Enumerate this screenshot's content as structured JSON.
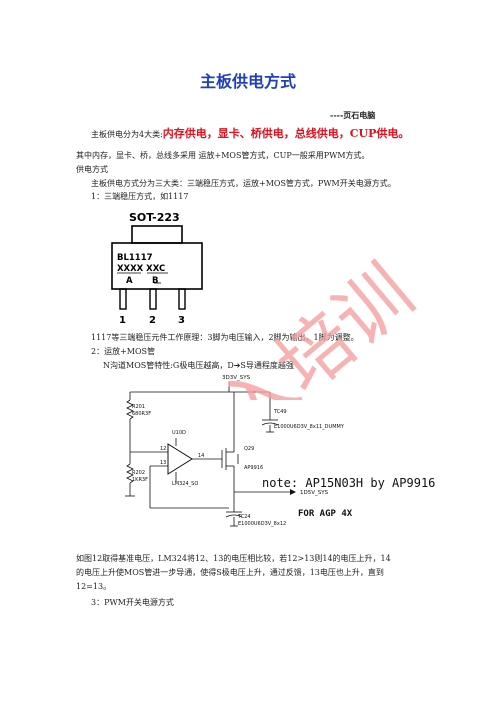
{
  "title": "主板供电方式",
  "author": "----页石电脑",
  "para1": {
    "lead": "主板供电分为4大类:",
    "highlight": "内存供电，显卡、桥供电，总线供电，CUP供电。",
    "line2": "其中内存，显卡、桥，总线多采用 运放+MOS管方式，CUP一般采用PWM方式。",
    "line3": "供电方式",
    "line4": "主板供电方式分为三大类：三端稳压方式，运放+MOS管方式，PWM开关电源方式。",
    "line5": "1：三端稳压方式，如1117"
  },
  "chip_figure": {
    "package": "SOT-223",
    "part": "BL1117",
    "code": "XXXX  XXC",
    "sub_a": "A",
    "sub_b": "B",
    "pins": [
      "1",
      "2",
      "3"
    ]
  },
  "para2": {
    "line1": "1117等三端稳压元件工作原理：3脚为电压输入，2脚为输出，1脚为调整。",
    "line2": "2：运放+MOS管",
    "line3": "N沟道MOS管特性:G极电压越高，D➔S导通程度越强"
  },
  "circuit": {
    "net_top": "3D3V_SYS",
    "tc49": "TC49",
    "tc49_val": "E1000U6D3V_8x11_DUMMY",
    "r201": "R201",
    "r201_val": "680R3F",
    "u10d": "U10D",
    "pin12": "12",
    "pin13": "13",
    "pin14": "14",
    "opamp": "LM324_SO",
    "q29": "Q29",
    "mos": "AP9916",
    "r202": "R202",
    "r202_val": "1KR3F",
    "net_out": "1D5V_SYS",
    "tc24": "TC24",
    "tc24_val": "E1000U6D3V_8x12",
    "note": "note: AP15N03H by AP9916",
    "for_agp": "FOR AGP 4X"
  },
  "para3": {
    "line1": "如图12取得基准电压，LM324将12、13的电压相比较，若12>13则14的电压上升，14",
    "line2": "的电压上升使MOS管进一步导通，使得S极电压上升，通过反馈，13电压也上升，直到",
    "line3": "12=13。",
    "line4": "3：PWM开关电源方式"
  },
  "watermark": "入培训",
  "colors": {
    "title": "#1f3fbf",
    "highlight": "#e0101e",
    "watermark": "#f5a0a0"
  }
}
